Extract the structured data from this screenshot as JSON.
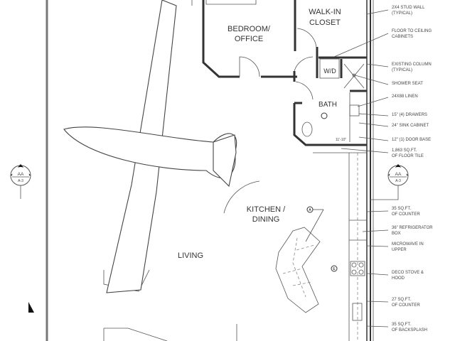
{
  "rooms": {
    "bedroom_line1": "BEDROOM/",
    "bedroom_line2": "OFFICE",
    "closet_line1": "WALK-IN",
    "closet_line2": "CLOSET",
    "wd": "W/D",
    "bath": "BATH",
    "bath_dim": "11'-10\"",
    "kitchen_line1": "KITCHEN /",
    "kitchen_line2": "DINING",
    "living": "LIVING"
  },
  "section_markers": {
    "left": {
      "top": "AA",
      "bottom": "A-3"
    },
    "right": {
      "top": "AA",
      "bottom": "A-3"
    }
  },
  "elevation_tags": [
    "A",
    "E"
  ],
  "annotations": [
    {
      "line1": "2X4 STUD WALL",
      "line2": "(TYPICAL)"
    },
    {
      "line1": "FLOOR TO CEILING",
      "line2": "CABINETS"
    },
    {
      "line1": "EXISTING COLUMN",
      "line2": "(TYPICAL)"
    },
    {
      "line1": "SHOWER SEAT",
      "line2": ""
    },
    {
      "line1": "24X88 LINEN",
      "line2": ""
    },
    {
      "line1": "15\" (4) DRAWERS",
      "line2": ""
    },
    {
      "line1": "24\" SINK CABINET",
      "line2": ""
    },
    {
      "line1": "12\" (1) DOOR BASE",
      "line2": ""
    },
    {
      "line1": "1,863 SQ.FT.",
      "line2": "OF FLOOR TILE"
    },
    {
      "line1": "35 SQ.FT.",
      "line2": "OF COUNTER"
    },
    {
      "line1": "36\" REFRIGERATOR",
      "line2": "BOX"
    },
    {
      "line1": "MICROWAVE IN",
      "line2": "UPPER"
    },
    {
      "line1": "DECO STOVE &",
      "line2": "HOOD"
    },
    {
      "line1": "27 SQ.FT.",
      "line2": "OF COUNTER"
    },
    {
      "line1": "35 SQ.FT.",
      "line2": "OF BACKSPLASH"
    }
  ]
}
